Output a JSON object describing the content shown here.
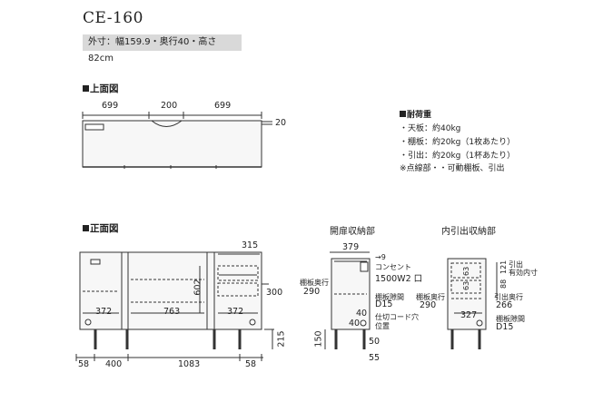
{
  "model": "CE-160",
  "outer_dims": "外寸：幅159.9・奥行40・高さ82cm",
  "sections": {
    "top_view": "上面図",
    "front_view": "正面図",
    "door_storage": "開扉収納部",
    "drawer_storage": "内引出収納部"
  },
  "top_view": {
    "dim_left": "699",
    "dim_mid": "200",
    "dim_right": "699",
    "dim_side": "20"
  },
  "load": {
    "heading": "耐荷重",
    "items": [
      "・天板：約40kg",
      "・棚板：約20kg（1枚あたり）",
      "・引出：約20kg（1杯あたり）"
    ],
    "note": "※点線部・・可動棚板、引出"
  },
  "front_view": {
    "d315": "315",
    "d602": "602",
    "d300": "300",
    "d372a": "372",
    "d763": "763",
    "d372b": "372",
    "d215": "215",
    "bottom": [
      "58",
      "400",
      "1083",
      "58"
    ]
  },
  "door_section": {
    "d379": "379",
    "d9": "9",
    "outlet": "コンセント",
    "outlet_spec": "1500W2 口",
    "shelf_depth_label": "棚板奥行",
    "shelf_depth": "290",
    "gap_label": "棚板隙間",
    "gap": "D15",
    "d40a": "40",
    "d40b": "40",
    "cord_hole1": "仕切コード穴",
    "cord_hole2": "位置",
    "d150": "150",
    "d50": "50",
    "d55": "55"
  },
  "drawer_section": {
    "d121": "121",
    "d88": "88",
    "d63a": "63",
    "d63b": "63",
    "drawer_inner1": "引出",
    "drawer_inner2": "有効内寸",
    "drawer_depth_label": "引出奥行",
    "drawer_depth": "266",
    "shelf_depth_label": "棚板奥行",
    "shelf_depth": "290",
    "d327": "327",
    "gap_label": "棚板隙間",
    "gap": "D15"
  }
}
